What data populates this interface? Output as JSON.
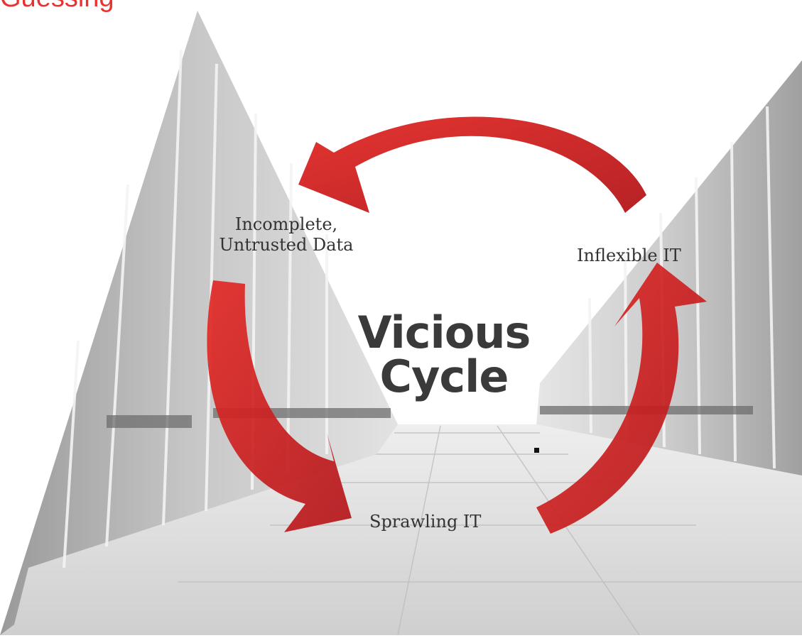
{
  "header": {
    "title_partial": "Guessing"
  },
  "diagram": {
    "center_title_line1": "Vicious",
    "center_title_line2": "Cycle",
    "nodes": {
      "incomplete_line1": "Incomplete,",
      "incomplete_line2": "Untrusted Data",
      "inflexible": "Inflexible IT",
      "sprawling": "Sprawling IT"
    },
    "arrow_color": "#d01f1f"
  }
}
